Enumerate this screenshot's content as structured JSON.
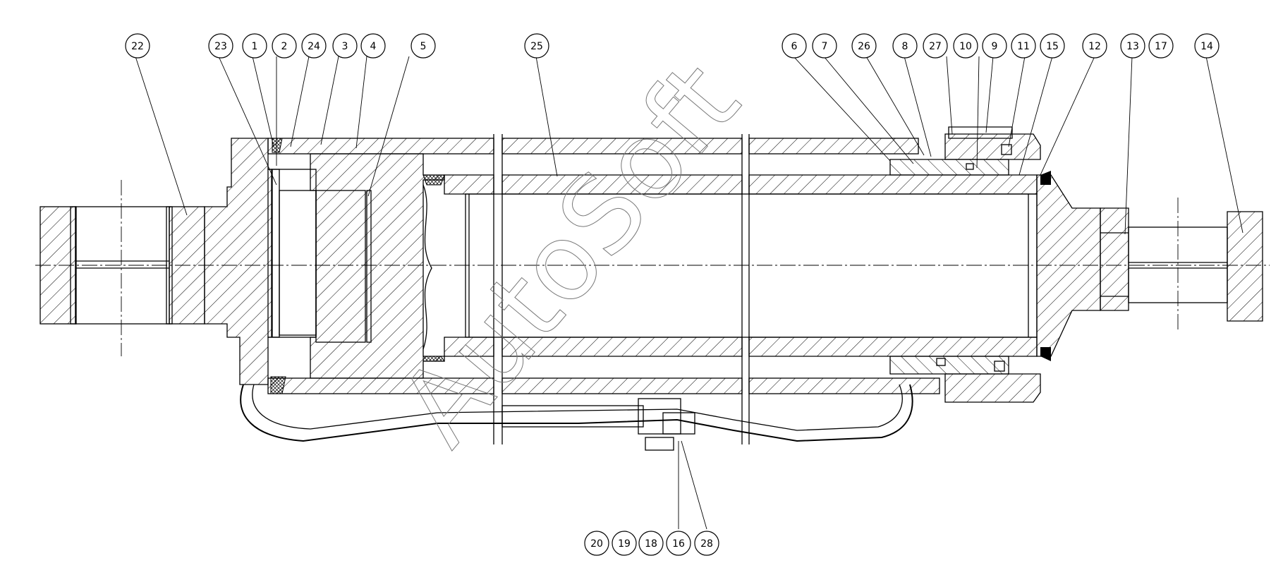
{
  "watermark": "AutoSoft",
  "top_callouts": [
    "22",
    "23",
    "1",
    "2",
    "24",
    "3",
    "4",
    "5",
    "25",
    "6",
    "7",
    "26",
    "8",
    "27",
    "10",
    "9",
    "11",
    "15",
    "12",
    "13",
    "17",
    "14"
  ],
  "bottom_callouts": [
    "20",
    "19",
    "18",
    "16",
    "28"
  ]
}
